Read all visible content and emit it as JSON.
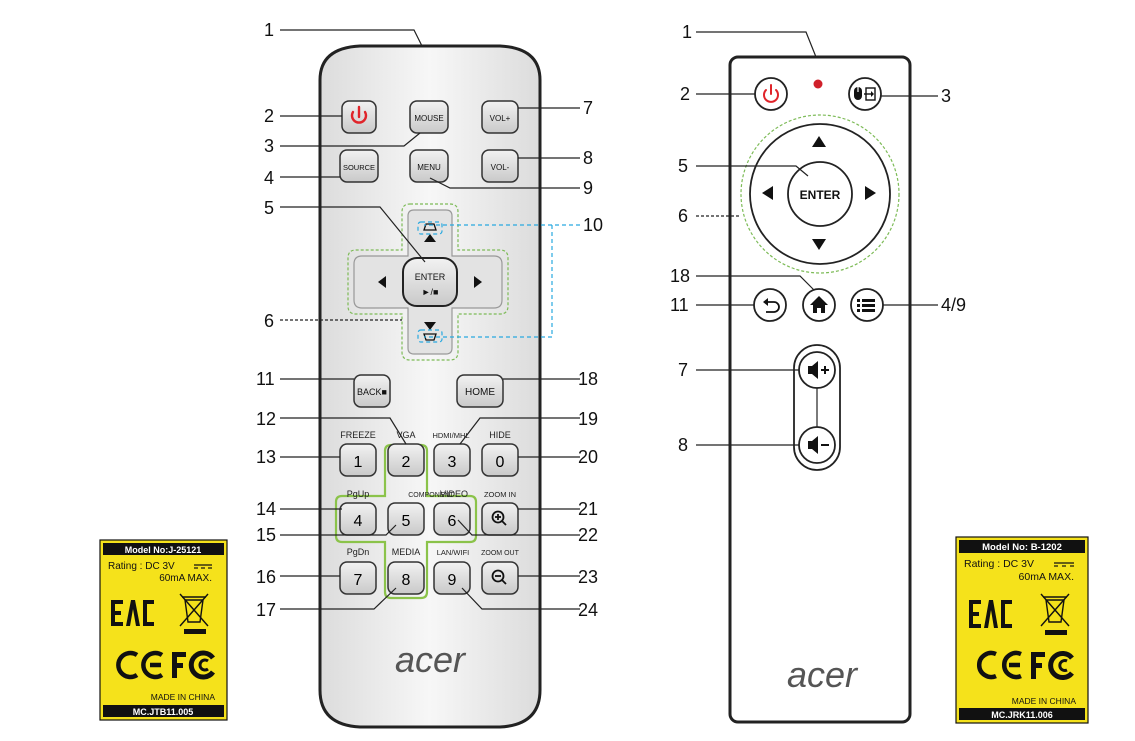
{
  "remote_a": {
    "buttons": {
      "mouse": "MOUSE",
      "vol_up": "VOL+",
      "source": "SOURCE",
      "menu": "MENU",
      "vol_down": "VOL-",
      "enter": "ENTER",
      "play_stop": "►/■",
      "back": "BACK■",
      "home": "HOME",
      "num1": "1",
      "num2": "2",
      "num3": "3",
      "num0": "0",
      "num4": "4",
      "num5": "5",
      "num6": "6",
      "num7": "7",
      "num8": "8",
      "num9": "9"
    },
    "key_labels": {
      "freeze": "FREEZE",
      "vga": "VGA",
      "hdmi_mhl": "HDMI/MHL",
      "hide": "HIDE",
      "pgup": "PgUp",
      "component": "COMPONENT",
      "video": "VIDEO",
      "zoom_in": "ZOOM IN",
      "pgdn": "PgDn",
      "media": "MEDIA",
      "lan_wifi": "LAN/WIFI",
      "zoom_out": "ZOOM OUT"
    },
    "logo": "acer",
    "callouts": {
      "c1": "1",
      "c2": "2",
      "c3": "3",
      "c4": "4",
      "c5": "5",
      "c6": "6",
      "c7": "7",
      "c8": "8",
      "c9": "9",
      "c10": "10",
      "c11": "11",
      "c12": "12",
      "c13": "13",
      "c14": "14",
      "c15": "15",
      "c16": "16",
      "c17": "17",
      "c18": "18",
      "c19": "19",
      "c20": "20",
      "c21": "21",
      "c22": "22",
      "c23": "23",
      "c24": "24"
    },
    "label_tag": {
      "model": "Model No:J-25121",
      "rating": "Rating : DC 3V",
      "current": "60mA MAX.",
      "made_in": "MADE IN CHINA",
      "part": "MC.JTB11.005"
    }
  },
  "remote_b": {
    "buttons": {
      "enter": "ENTER"
    },
    "logo": "acer",
    "callouts": {
      "c1": "1",
      "c2": "2",
      "c3": "3",
      "c5": "5",
      "c6": "6",
      "c18": "18",
      "c11": "11",
      "c49": "4/9",
      "c7": "7",
      "c8": "8"
    },
    "label_tag": {
      "model": "Model No: B-1202",
      "rating": "Rating : DC 3V",
      "current": "60mA MAX.",
      "made_in": "MADE IN CHINA",
      "part": "MC.JRK11.006"
    }
  },
  "colors": {
    "power_red": "#e0242a",
    "label_yellow": "#f5e21b",
    "highlight_green": "#8bc34a",
    "dash_blue": "#29a9e0",
    "dash_green": "#7dbb57",
    "led_red": "#d0202a"
  },
  "icons": [
    "power-icon",
    "mouse-icon",
    "input-icon",
    "home-icon",
    "back-icon",
    "menu-list-icon",
    "volume-up-icon",
    "volume-down-icon",
    "zoom-in-icon",
    "zoom-out-icon",
    "ce-mark-icon",
    "fcc-mark-icon",
    "eac-mark-icon",
    "weee-bin-icon"
  ]
}
